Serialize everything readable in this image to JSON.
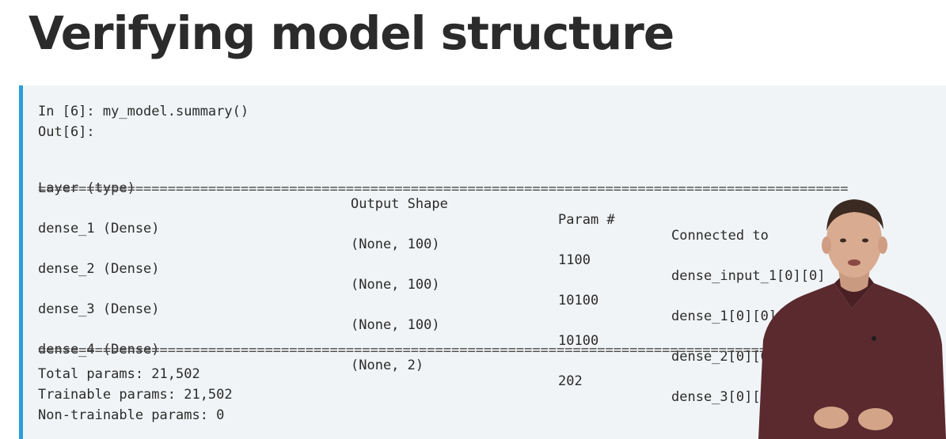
{
  "slide": {
    "title": "Verifying model structure"
  },
  "cell": {
    "input_prompt": "In [6]: my_model.summary()",
    "output_prompt": "Out[6]:"
  },
  "summary": {
    "headers": {
      "layer": "Layer (type)",
      "shape": "Output Shape",
      "param": "Param #",
      "connected": "Connected to"
    },
    "rows": [
      {
        "layer": "dense_1 (Dense)",
        "shape": "(None, 100)",
        "param": "1100",
        "connected": "dense_input_1[0][0]"
      },
      {
        "layer": "dense_2 (Dense)",
        "shape": "(None, 100)",
        "param": "10100",
        "connected": "dense_1[0][0]"
      },
      {
        "layer": "dense_3 (Dense)",
        "shape": "(None, 100)",
        "param": "10100",
        "connected": "dense_2[0][0]"
      },
      {
        "layer": "dense_4 (Dense)",
        "shape": "(None, 2)",
        "param": "202",
        "connected": "dense_3[0][0]"
      }
    ],
    "totals": {
      "total": "Total params: 21,502",
      "trainable": "Trainable params: 21,502",
      "non_trainable": "Non-trainable params: 0"
    }
  },
  "colors": {
    "accent_bar": "#2b9fd6",
    "code_background": "#f1f4f6",
    "text": "#2b2b2b"
  },
  "icons": {
    "presenter": "presenter-video-overlay"
  }
}
